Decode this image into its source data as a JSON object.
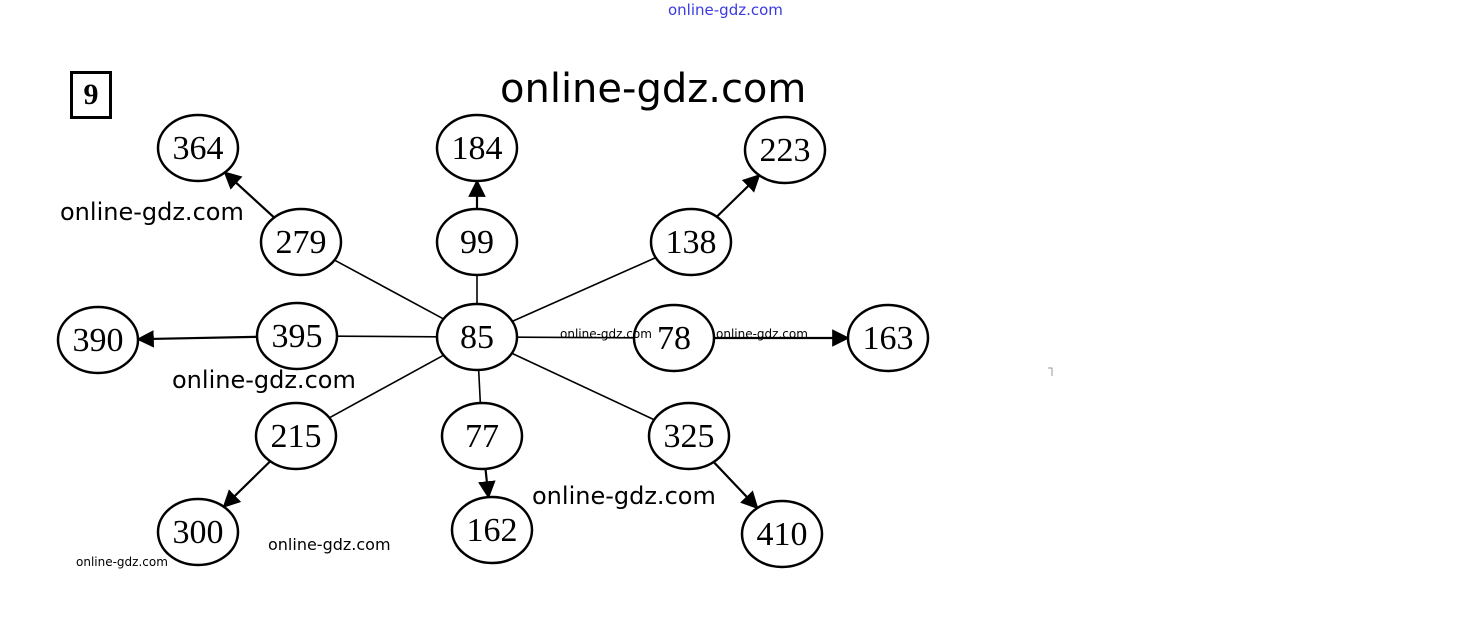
{
  "task_number": "9",
  "watermarks": {
    "top": "online-gdz.com",
    "title": "online-gdz.com",
    "upper_left": "online-gdz.com",
    "middle_left": "online-gdz.com",
    "lower_right": "online-gdz.com",
    "bottom_center": "online-gdz.com",
    "bottom_left": "online-gdz.com",
    "edge_center": "online-gdz.com",
    "edge_right": "online-gdz.com"
  },
  "diagram": {
    "center": "85",
    "nodes": [
      "364",
      "184",
      "223",
      "279",
      "99",
      "138",
      "390",
      "395",
      "85",
      "78",
      "163",
      "215",
      "77",
      "325",
      "300",
      "162",
      "410"
    ],
    "lines": [
      [
        "85",
        "279"
      ],
      [
        "85",
        "99"
      ],
      [
        "85",
        "138"
      ],
      [
        "85",
        "395"
      ],
      [
        "85",
        "78"
      ],
      [
        "85",
        "215"
      ],
      [
        "85",
        "77"
      ],
      [
        "85",
        "325"
      ]
    ],
    "arrows": [
      [
        "279",
        "364"
      ],
      [
        "99",
        "184"
      ],
      [
        "138",
        "223"
      ],
      [
        "395",
        "390"
      ],
      [
        "78",
        "163"
      ],
      [
        "215",
        "300"
      ],
      [
        "77",
        "162"
      ],
      [
        "325",
        "410"
      ]
    ]
  }
}
